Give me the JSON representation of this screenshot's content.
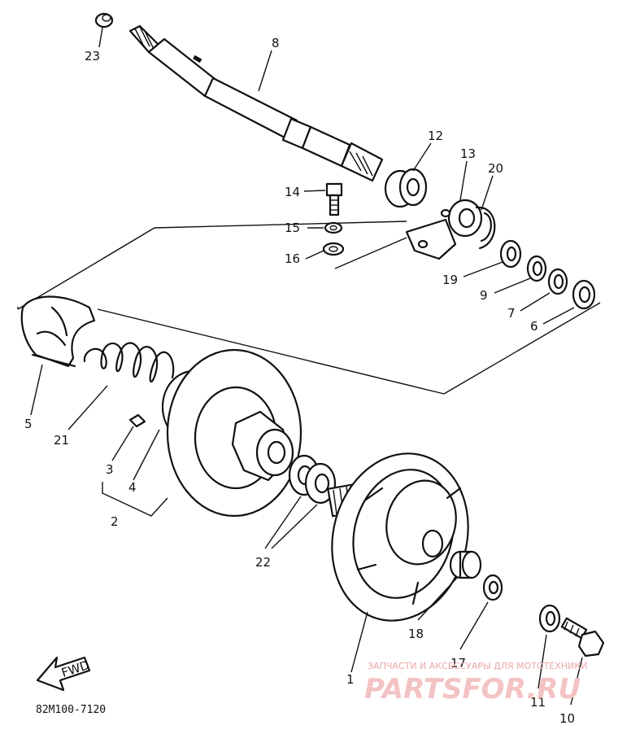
{
  "diagram_code": "82M100-7120",
  "fwd_label": "FWD",
  "watermark": {
    "line1": "ЗАПЧАСТИ И АКСЕССУАРЫ ДЛЯ МОТОТЕХНИКИ",
    "line2": "PARTSFOR.RU"
  },
  "callouts": [
    "23",
    "8",
    "12",
    "13",
    "20",
    "14",
    "15",
    "16",
    "19",
    "9",
    "7",
    "6",
    "5",
    "21",
    "3",
    "4",
    "2",
    "22",
    "18",
    "17",
    "1",
    "11",
    "10"
  ]
}
